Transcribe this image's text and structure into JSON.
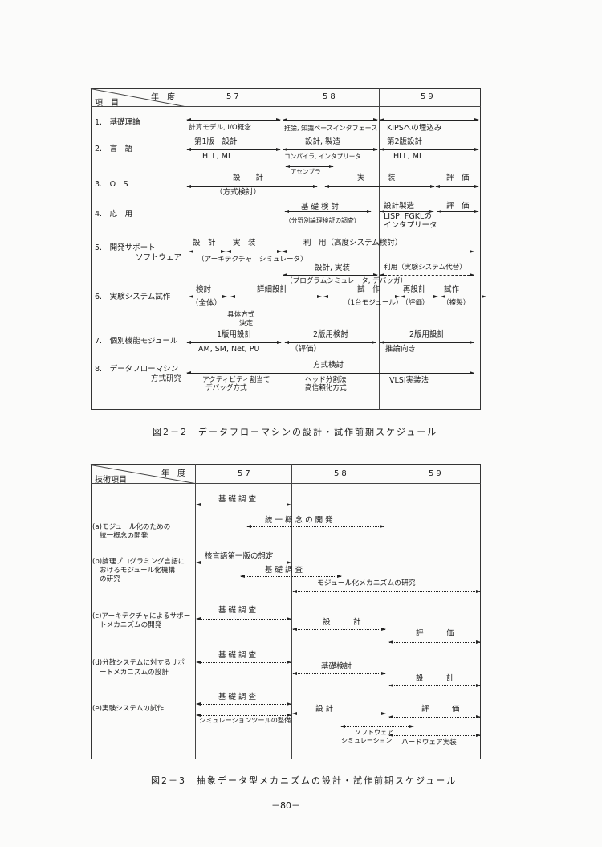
{
  "fig1": {
    "header_year": "年　度",
    "header_item": "項　目",
    "years": [
      "57",
      "58",
      "59"
    ],
    "labels": [
      "1.　基礎理論",
      "2.　言　語",
      "3.　O　S",
      "4.　応　用",
      "5.　開発サポート",
      "ソフトウェア",
      "6.　実験システム試作",
      "7.　個別機能モジュール",
      "8.　データフローマシン",
      "方式研究"
    ],
    "notes": [
      "計算モデル, I/O概念",
      "推論, 知識ベースインタフェース",
      "KIPSへの埋込み",
      "第1版　設計",
      "設計, 製造",
      "第2版設計",
      "HLL, ML",
      "コンパイラ, インタプリータ",
      "HLL, ML",
      "アセンブラ",
      "設　　計",
      "実　　　装",
      "評　価",
      "（方式検討）",
      "基 礎 検 討",
      "（分野別論理検証の調査）",
      "設計製造",
      "評　価",
      "LISP, FGKLの",
      "インタプリータ",
      "設　計",
      "実　装",
      "利　用（高度システム検討）",
      "（アーキテクチャ　シミュレータ）",
      "設計, 実装",
      "利用（実験システム代替）",
      "（プログラムシミュレータ, デバッガ）",
      "検討",
      "詳細設計",
      "試　作",
      "再設計",
      "試作",
      "（全体）",
      "（1台モジュール）",
      "（評価）",
      "（複製）",
      "具体方式",
      "決定",
      "1版用設計",
      "2版用検討",
      "2版用設計",
      "AM, SM, Net, PU",
      "（評価）",
      "推論向き",
      "方式検討",
      "アクティビティ割当て",
      "デバッグ方式",
      "ヘッド分割法",
      "高信頼化方式",
      "VLSI実装法"
    ],
    "caption": "図2－2　データフローマシンの設計・試作前期スケジュール"
  },
  "fig2": {
    "header_year": "年　度",
    "header_item": "技術項目",
    "years": [
      "57",
      "58",
      "59"
    ],
    "labels": [
      "(a)モジュール化のための",
      "統一概念の開発",
      "(b)論理プログラミング言語に",
      "おけるモジュール化機構",
      "の研究",
      "(c)アーキテクチャによるサポー",
      "トメカニズムの開発",
      "(d)分散システムに対するサポ",
      "ートメカニズムの設計",
      "(e)実験システムの試作"
    ],
    "notes": [
      "基 礎 調 査",
      "統 一 概 念 の 開 発",
      "核言語第一版の想定",
      "基 礎 調 査",
      "モジュール化メカニズムの研究",
      "基 礎 調 査",
      "設　　　計",
      "評　　　価",
      "基 礎 調 査",
      "基礎検討",
      "設　　　計",
      "基 礎 調 査",
      "シミュレーションツールの整備",
      "設 計",
      "評　　　価",
      "ソフトウェア",
      "シミュレーション",
      "ハードウェア実装"
    ],
    "caption": "図2－3　抽象データ型メカニズムの設計・試作前期スケジュール"
  },
  "page_number": "－80－"
}
